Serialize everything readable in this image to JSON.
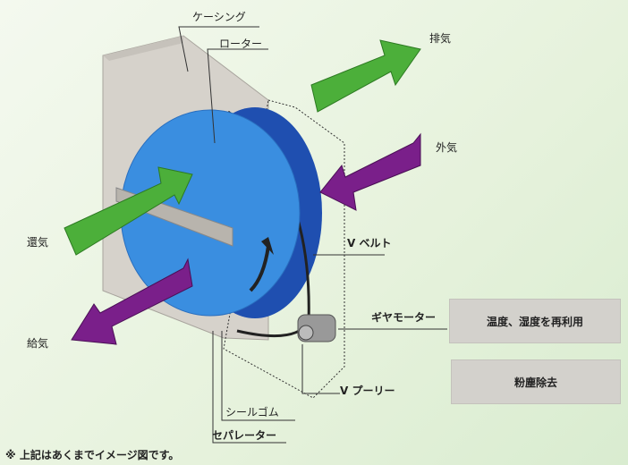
{
  "labels": {
    "casing": "ケーシング",
    "rotor": "ローター",
    "exhaust": "排気",
    "outside_air": "外気",
    "return_air": "還気",
    "supply_air": "給気",
    "v_belt": "V ベルト",
    "gear_motor": "ギヤモーター",
    "v_pulley": "V プーリー",
    "seal_rubber": "シールゴム",
    "separator": "セパレーター"
  },
  "features": [
    "温度、湿度を再利用",
    "粉塵除去"
  ],
  "note": "※ 上記はあくまでイメージ図です。",
  "colors": {
    "green": "#4caf3a",
    "purple": "#7a1f8a",
    "blue": "#3a8ee0",
    "dark_blue": "#1f4fb0",
    "casing": "#d6d2cb"
  }
}
